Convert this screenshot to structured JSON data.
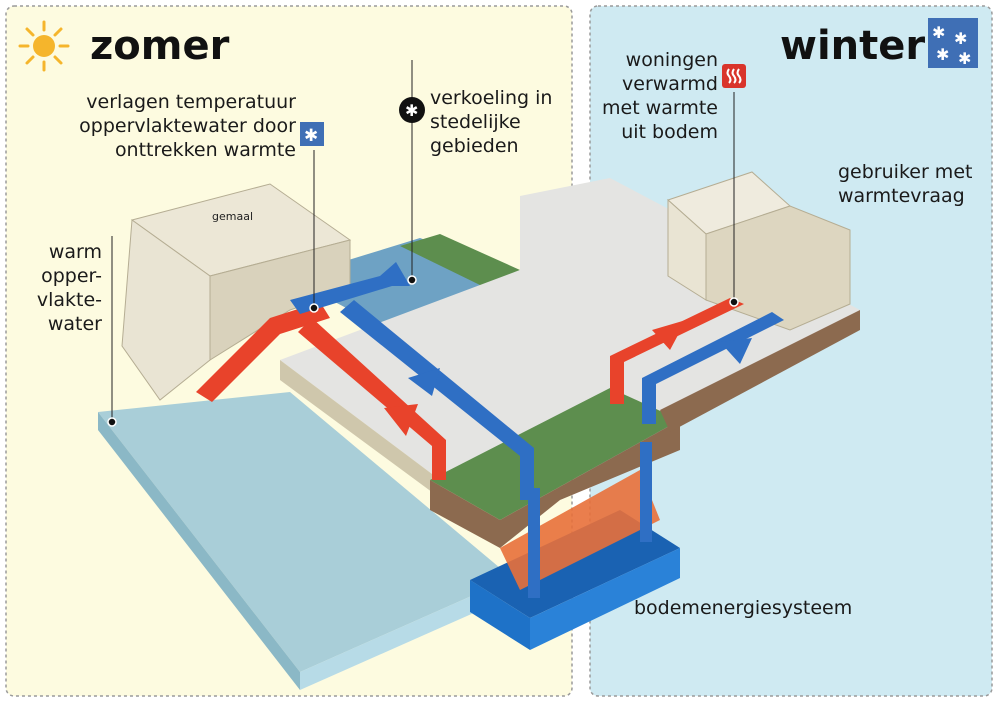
{
  "panels": {
    "summer": {
      "title": "zomer",
      "icon": "sun-icon",
      "background": "#fdfbe0",
      "border": "#9a9a9a"
    },
    "winter": {
      "title": "winter",
      "icon": "snowflakes-icon",
      "background": "#cfeaf2",
      "border": "#9a9a9a"
    }
  },
  "labels": {
    "lower_temp": [
      "verlagen temperatuur",
      "oppervlaktewater door",
      "onttrekken warmte"
    ],
    "cooling": [
      "verkoeling in",
      "stedelijke",
      "gebieden"
    ],
    "warm_water": [
      "warm",
      "opper-",
      "vlakte-",
      "water"
    ],
    "pumping_station": "gemaal",
    "homes_heated": [
      "woningen",
      "verwarmd",
      "met warmte",
      "uit bodem"
    ],
    "user": [
      "gebruiker met",
      "warmtevraag"
    ],
    "ground_system": "bodemenergiesysteem"
  },
  "icons": {
    "snowflake_badge": "snowflake-icon",
    "cooling_badge": "cooling-star-icon",
    "heating_badge": "heat-waves-icon"
  },
  "colors": {
    "warm_flow": "#e8432b",
    "cold_flow": "#2f6fc4",
    "water": "#a9ced8",
    "grass": "#5d8e4e",
    "pavement": "#e4e4e2",
    "building": "#e9e4d3",
    "ground": "#8c6a4f",
    "storage": "#1e72c8"
  }
}
